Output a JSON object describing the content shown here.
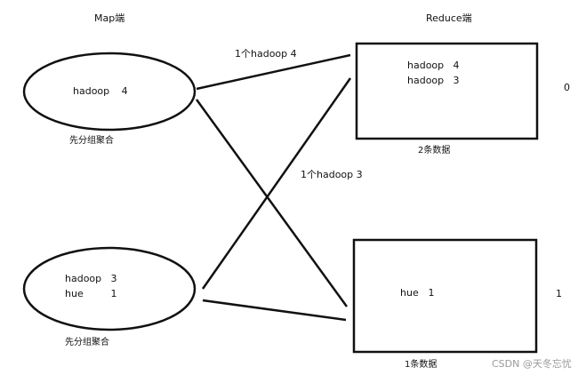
{
  "headers": {
    "map": "Map端",
    "reduce": "Reduce端"
  },
  "map_nodes": [
    {
      "entries": [
        {
          "key": "hadoop",
          "value": "4"
        }
      ],
      "caption": "先分组聚合"
    },
    {
      "entries": [
        {
          "key": "hadoop",
          "value": "3"
        },
        {
          "key": "hue",
          "value": "1"
        }
      ],
      "caption": "先分组聚合"
    }
  ],
  "reduce_nodes": [
    {
      "entries": [
        {
          "key": "hadoop",
          "value": "4"
        },
        {
          "key": "hadoop",
          "value": "3"
        }
      ],
      "caption": "2条数据",
      "index": "0"
    },
    {
      "entries": [
        {
          "key": "hue",
          "value": "1"
        }
      ],
      "caption": "1条数据",
      "index": "1"
    }
  ],
  "edges": [
    {
      "from": "map-1",
      "to": "reduce-0",
      "label": "1个hadoop 4"
    },
    {
      "from": "map-1",
      "to": "reduce-1",
      "label": ""
    },
    {
      "from": "map-2",
      "to": "reduce-0",
      "label": "1个hadoop 3"
    },
    {
      "from": "map-2",
      "to": "reduce-1",
      "label": ""
    }
  ],
  "watermark": "CSDN @天冬忘忧",
  "colors": {
    "stroke": "#111111",
    "background": "#ffffff",
    "watermark": "#9a9a9a"
  }
}
